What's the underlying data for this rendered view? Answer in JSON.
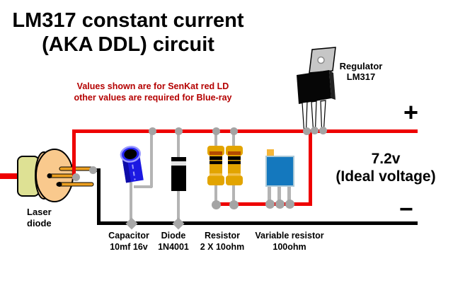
{
  "title": {
    "line1": "LM317 constant current",
    "line2": "(AKA DDL) circuit"
  },
  "note": {
    "line1": "Values shown are for SenKat red LD",
    "line2": "other values are required for Blue-ray"
  },
  "regulator": {
    "label_line1": "Regulator",
    "label_line2": "LM317"
  },
  "terminals": {
    "plus": "+",
    "minus": "−",
    "voltage_line1": "7.2v",
    "voltage_line2": "(Ideal voltage)"
  },
  "laser": {
    "label_line1": "Laser",
    "label_line2": "diode"
  },
  "components": {
    "capacitor": {
      "name": "Capacitor",
      "value": "10mf 16v"
    },
    "diode": {
      "name": "Diode",
      "value": "1N4001"
    },
    "resistor": {
      "name": "Resistor",
      "value": "2 X 10ohm"
    },
    "variable_resistor": {
      "name": "Variable resistor",
      "value": "100ohm"
    }
  },
  "colors": {
    "wire_positive": "#ee0000",
    "wire_negative": "#000000",
    "component_lead": "#b4b4b4",
    "junction_dot": "#a4a4a4",
    "note_text": "#b40000",
    "capacitor_blue": "#1b18e2",
    "trimpot_blue": "#1478be",
    "trimpot_tab": "#f5b63a",
    "resistor_body": "#e2a400",
    "resistor_band1": "#b34a00",
    "resistor_band2": "#000000",
    "laser_can": "#dee194",
    "laser_base": "#f9c98d",
    "laser_pin": "#ec9f1f",
    "regulator_tab": "#c6c6c6"
  }
}
